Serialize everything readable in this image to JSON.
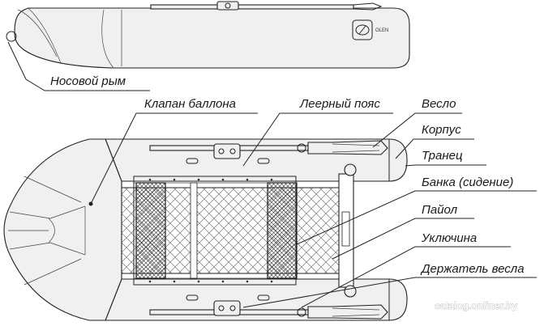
{
  "labels": {
    "bow_ring": "Носовой рым",
    "valve": "Клапан баллона",
    "safety_line": "Леерный пояс",
    "oar": "Весло",
    "hull": "Корпус",
    "transom": "Транец",
    "seat": "Банка (сидение)",
    "floor": "Пайол",
    "oarlock": "Уключина",
    "oar_holder": "Держатель весла"
  },
  "brand_mark": "OLEN",
  "watermark": "catalog.onliner.by",
  "colors": {
    "line": "#222222",
    "fill": "#f0f0f0",
    "background": "#ffffff"
  }
}
